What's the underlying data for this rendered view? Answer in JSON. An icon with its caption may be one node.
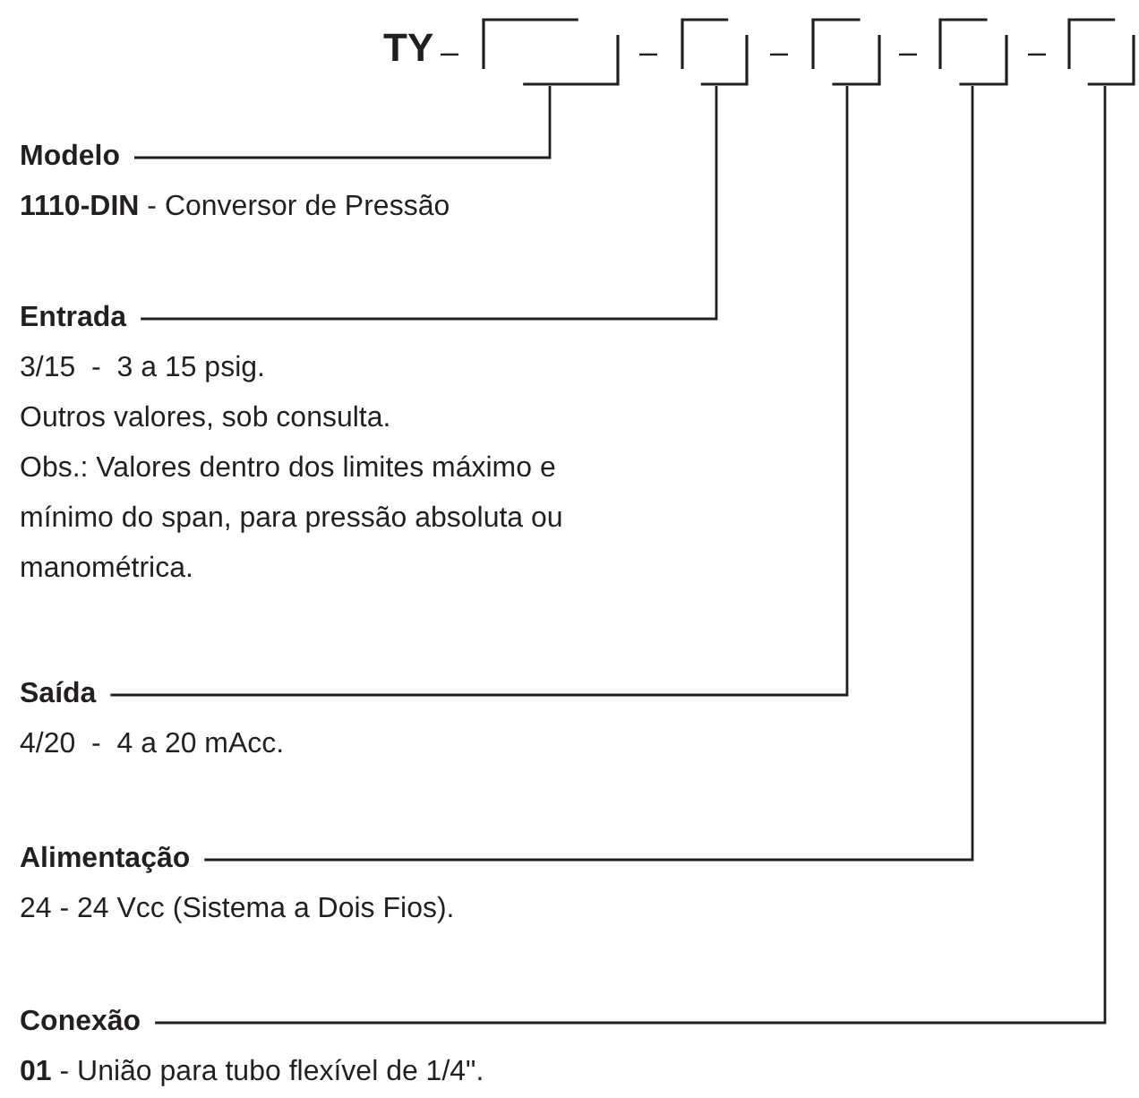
{
  "diagram": {
    "nodes": [
      {
        "text": [],
        "shape": "box"
      },
      {
        "text": [],
        "shape": "box"
      },
      {
        "text": [],
        "shape": "box"
      },
      {
        "text": [],
        "shape": "box"
      },
      {
        "text": [],
        "shape": "box"
      },
      {
        "text": [
          "Modelo",
          "**1110-DIN** - Conversor de Pressão"
        ]
      },
      {
        "text": [
          "Entrada",
          "3/15  -  3 a 15 psig.",
          "Outros valores, sob consulta.",
          "Obs.: Valores dentro dos limites máximo e mínimo do span, para pressão absoluta ou manométrica."
        ]
      },
      {
        "text": [
          "Saída",
          "4/20  -  4 a 20 mAcc."
        ]
      },
      {
        "text": [
          "Alimentação",
          "24 - 24 Vcc (Sistema a Dois Fios)."
        ]
      },
      {
        "text": [
          "Conexão",
          "**01** - União para tubo flexível de 1/4\"."
        ]
      }
    ],
    "edges": [
      {
        "from": 5,
        "to": 0,
        "arrow": "none"
      },
      {
        "from": 6,
        "to": 1,
        "arrow": "none"
      },
      {
        "from": 7,
        "to": 2,
        "arrow": "none"
      },
      {
        "from": 8,
        "to": 3,
        "arrow": "none"
      },
      {
        "from": 9,
        "to": 4,
        "arrow": "none"
      }
    ],
    "labels": [
      "TY",
      "–",
      "–",
      "–",
      "–",
      "–"
    ]
  }
}
